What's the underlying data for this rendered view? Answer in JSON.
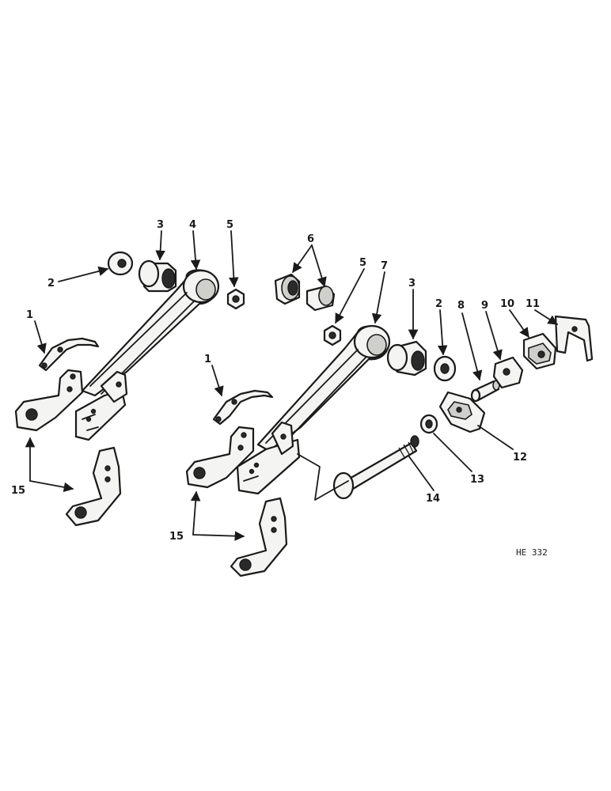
{
  "callouts": {
    "c1": "1",
    "c2": "2",
    "c3": "3",
    "c4": "4",
    "c5": "5",
    "c6": "6",
    "c7": "7",
    "c8": "8",
    "c9": "9",
    "c10": "10",
    "c11": "11",
    "c12": "12",
    "c13": "13",
    "c14": "14",
    "c15": "15"
  },
  "reference_code": "HE 332"
}
